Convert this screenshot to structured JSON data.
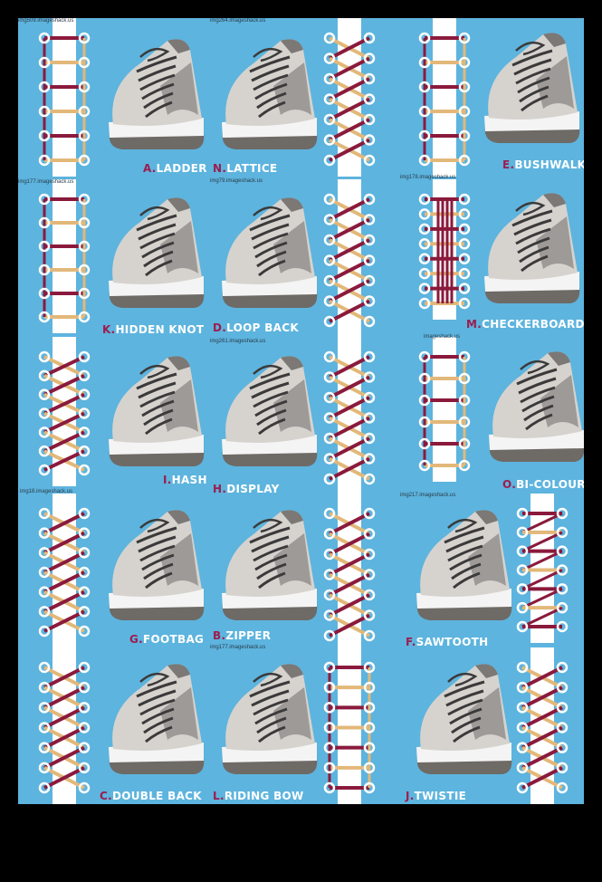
{
  "colors": {
    "background": "#5db4de",
    "frame": "#000000",
    "lace_dark": "#8a1a3c",
    "lace_light": "#e2b87a",
    "label_letter": "#9c1d4f",
    "label_text": "#ffffff"
  },
  "styles": [
    {
      "letter": "A.",
      "name": "LADDER"
    },
    {
      "letter": "N.",
      "name": "LATTICE"
    },
    {
      "letter": "E.",
      "name": "BUSHWALK"
    },
    {
      "letter": "K.",
      "name": "HIDDEN KNOT"
    },
    {
      "letter": "D.",
      "name": "LOOP BACK"
    },
    {
      "letter": "M.",
      "name": "CHECKERBOARD"
    },
    {
      "letter": "I.",
      "name": "HASH"
    },
    {
      "letter": "H.",
      "name": "DISPLAY"
    },
    {
      "letter": "O.",
      "name": "BI-COLOUR"
    },
    {
      "letter": "G.",
      "name": "FOOTBAG"
    },
    {
      "letter": "B.",
      "name": "ZIPPER"
    },
    {
      "letter": "F.",
      "name": "SAWTOOTH"
    },
    {
      "letter": "C.",
      "name": "DOUBLE BACK"
    },
    {
      "letter": "L.",
      "name": "RIDING BOW"
    },
    {
      "letter": "J.",
      "name": "TWISTIE"
    }
  ],
  "watermarks": [
    "img509.imageshack.us",
    "img264.imageshack.us",
    "img177.imageshack.us",
    "img79.imageshack.us",
    "img178.imageshack.us",
    "img261.imageshack.us",
    "imageshack.us",
    "img18.imageshack.us",
    "img217.imageshack.us",
    "img177.imageshack.us"
  ]
}
